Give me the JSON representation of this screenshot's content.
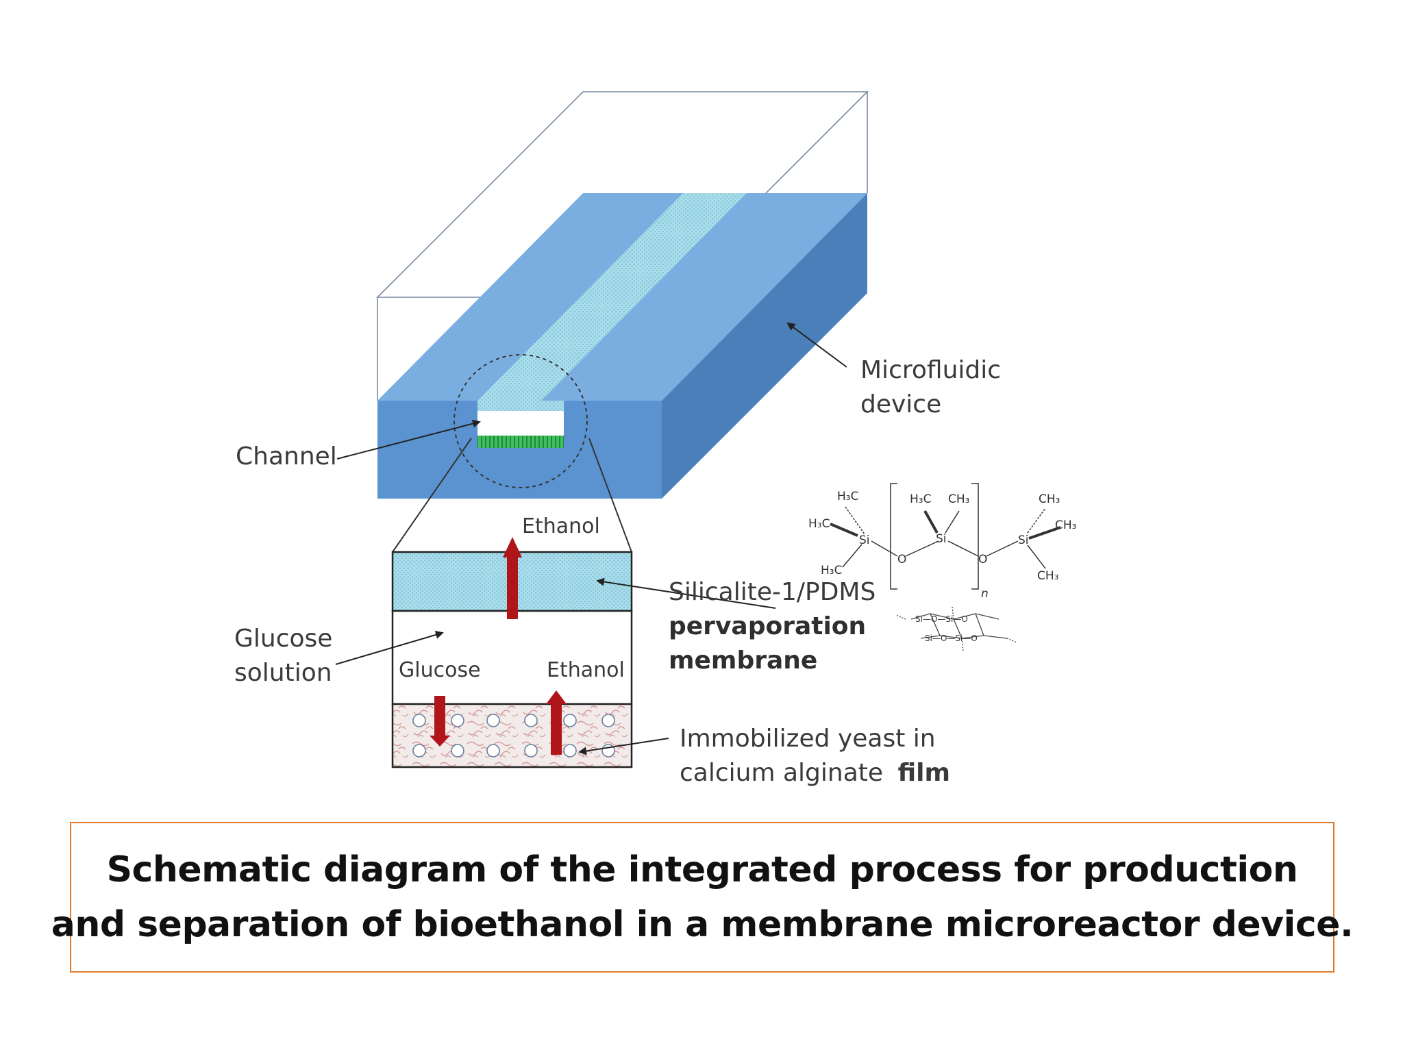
{
  "labels": {
    "channel": "Channel",
    "microfluidic_line1": "Microfluidic",
    "microfluidic_line2": "device",
    "ethanol_top": "Ethanol",
    "glucose_solution_line1": "Glucose",
    "glucose_solution_line2": "solution",
    "glucose_inner": "Glucose",
    "ethanol_inner": "Ethanol",
    "membrane_line1": "Silicalite-1/PDMS",
    "membrane_line2": "pervaporation",
    "membrane_line3": "membrane",
    "yeast_line1": "Immobilized yeast in",
    "yeast_line2_normal": "calcium alginate",
    "yeast_line2_bold": "film"
  },
  "chemistry": {
    "h3c_a": "H₃C",
    "h3c_b": "H₃C",
    "h3c_c": "H₃C",
    "h3c_d": "H₃C",
    "ch3_a": "CH₃",
    "ch3_b": "CH₃",
    "ch3_c": "CH₃",
    "ch3_d": "CH₃",
    "si": "Si",
    "o": "O",
    "n": "n",
    "network": "Si—O—Si—O"
  },
  "caption": {
    "line1": "Schematic diagram of the integrated process for production",
    "line2": "and separation of bioethanol in a membrane microreactor device."
  },
  "colors": {
    "device_front": "#5b93d0",
    "device_top": "#7aaee0",
    "device_side": "#4a7fba",
    "channel_membrane": "#a9dcea",
    "green_layer": "#3fbf5f",
    "arrow_red": "#b0151a",
    "caption_border": "#e07a2a"
  }
}
